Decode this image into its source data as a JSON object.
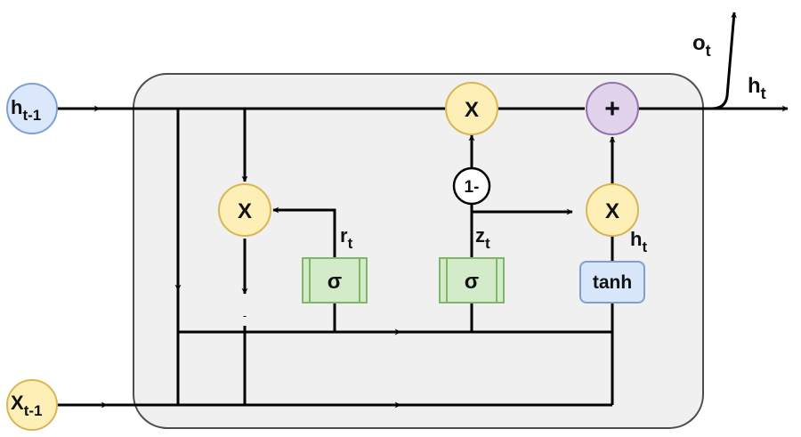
{
  "inputs": {
    "h_prev": {
      "base": "h",
      "sub": "t-1"
    },
    "x_prev": {
      "base": "X",
      "sub": "t-1"
    }
  },
  "outputs": {
    "o": {
      "base": "o",
      "sub": "t"
    },
    "h": {
      "base": "h",
      "sub": "t"
    }
  },
  "gate_labels": {
    "r": {
      "base": "r",
      "sub": "t"
    },
    "z": {
      "base": "z",
      "sub": "t"
    },
    "h_cand": {
      "base": "h",
      "sub": "t"
    }
  },
  "operators": {
    "multiply": "X",
    "add": "+",
    "one_minus": "1-"
  },
  "activations": {
    "sigma": "σ",
    "tanh": "tanh"
  },
  "colors": {
    "cell_fill": "#f0f0f0",
    "cell_border": "#4d4d4d",
    "mult_fill": "#fdefb6",
    "mult_border": "#d8b655",
    "add_fill": "#e2d3ec",
    "add_border": "#9470ad",
    "input_fill": "#dbe8fb",
    "input_border": "#7d9fd4",
    "sigma_fill": "#d4ebc9",
    "sigma_border": "#7fb66a",
    "tanh_fill": "#d9e7fb",
    "tanh_border": "#7d9fd4"
  }
}
